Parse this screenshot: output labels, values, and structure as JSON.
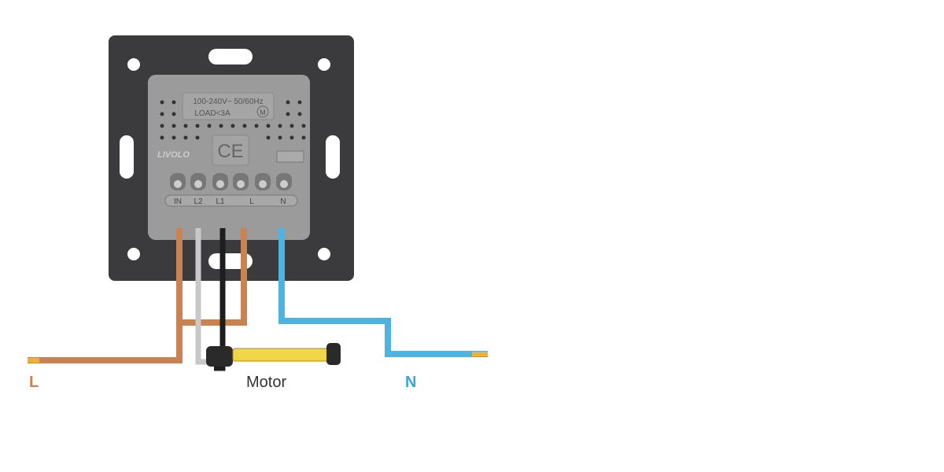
{
  "module": {
    "rating_line1": "100-240V~ 50/60Hz",
    "rating_line2": "LOAD<3A",
    "motor_symbol": "M",
    "certification": "CE",
    "brand": "LIVOLO",
    "terminals": [
      "IN",
      "L2",
      "L1",
      "L",
      "N"
    ]
  },
  "labels": {
    "live": "L",
    "motor": "Motor",
    "neutral": "N"
  },
  "colors": {
    "plate": "#3b3b3d",
    "module": "#9b9b9b",
    "live_wire": "#c98252",
    "neutral_wire": "#4fb3e0",
    "l2_wire": "#c8c8c8",
    "l1_wire": "#1e1e1e",
    "motor_body": "#f2d64a"
  }
}
